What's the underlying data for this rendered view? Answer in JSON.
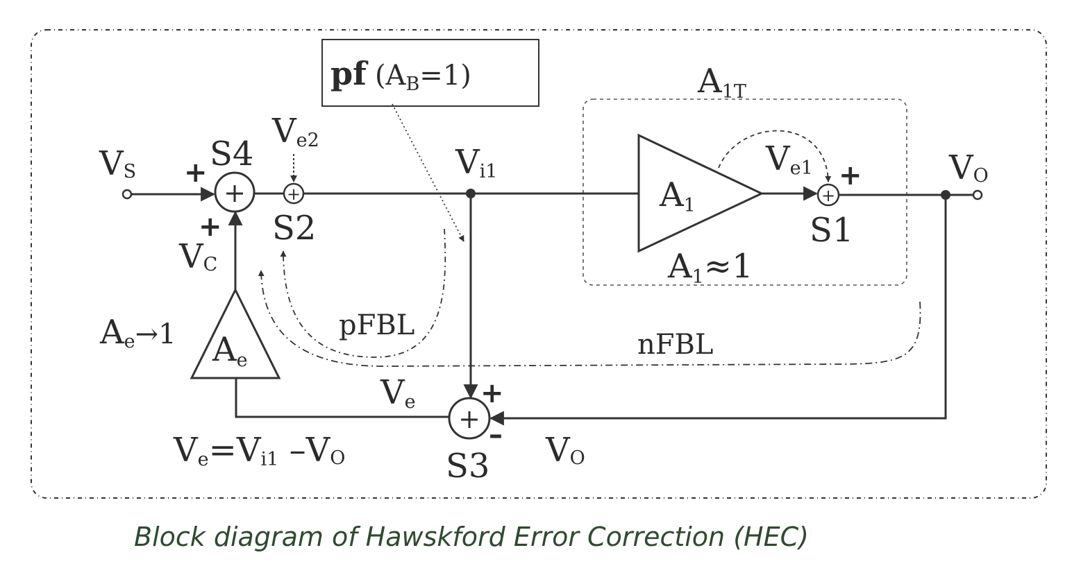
{
  "caption": "Block diagram of Hawskford Error Correction (HEC)",
  "callout": {
    "main": "pf",
    "rest": "(A",
    "sub": "B",
    "tail": "=1)"
  },
  "group_label": {
    "main": "A",
    "sub": "1T"
  },
  "nodes": {
    "vs": {
      "main": "V",
      "sub": "S"
    },
    "vo_out": {
      "main": "V",
      "sub": "O"
    },
    "vi1": {
      "main": "V",
      "sub": "i1"
    },
    "ve2": {
      "main": "V",
      "sub": "e2"
    },
    "ve1": {
      "main": "V",
      "sub": "e1"
    },
    "vc": {
      "main": "V",
      "sub": "C"
    },
    "ve": {
      "main": "V",
      "sub": "e"
    },
    "vo_fb": {
      "main": "V",
      "sub": "O"
    }
  },
  "summers": {
    "s1": "S1",
    "s2": "S2",
    "s3": "S3",
    "s4": "S4",
    "symbol": "+"
  },
  "signs": {
    "plus": "+",
    "minus": "–"
  },
  "amplifiers": {
    "a1": {
      "main": "A",
      "sub": "1"
    },
    "ae": {
      "main": "A",
      "sub": "e"
    }
  },
  "annotations": {
    "a1_approx": {
      "main": "A",
      "sub": "1",
      "tail": "≈1"
    },
    "ae_limit": {
      "main": "A",
      "sub": "e",
      "tail": "→1"
    },
    "ve_equation": {
      "a": "V",
      "a_sub": "e",
      "eq": "=V",
      "b_sub": "i1",
      "minus": " –V",
      "c_sub": "O"
    },
    "pfbl": "pFBL",
    "nfbl": "nFBL"
  }
}
